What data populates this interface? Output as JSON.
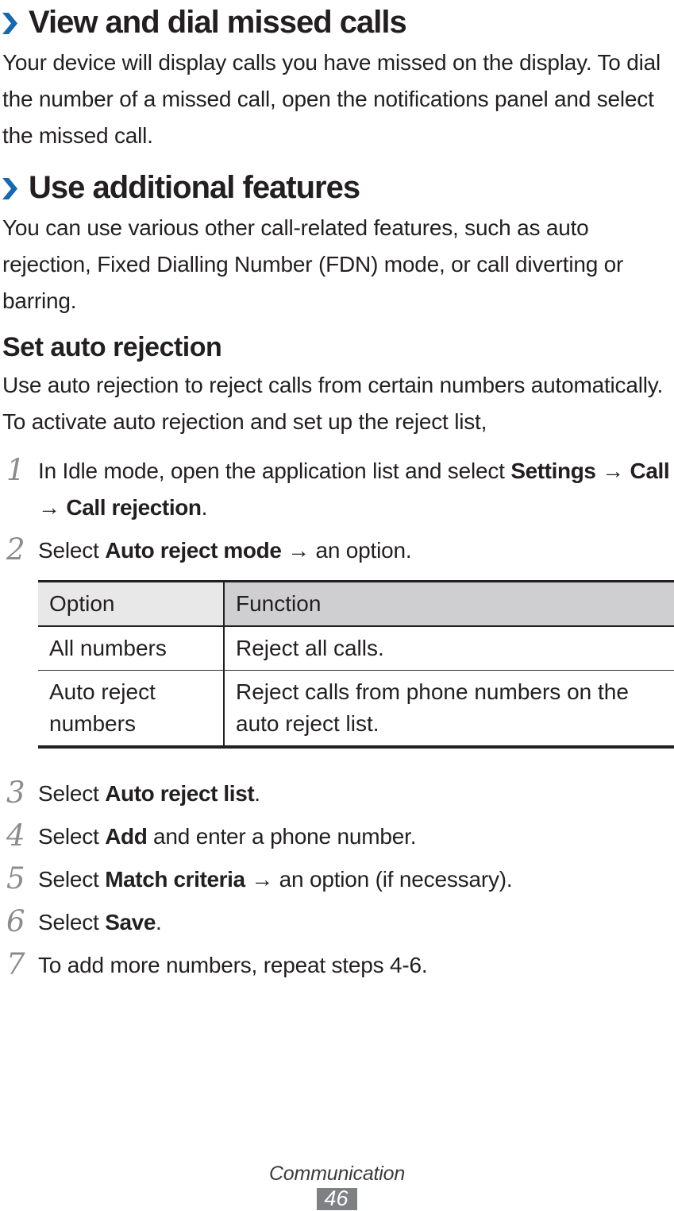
{
  "page": {
    "sections": [
      {
        "chevron_glyph": "›",
        "title": "View and dial missed calls",
        "body": "Your device will display calls you have missed on the display. To dial the number of a missed call, open the notifications panel and select the missed call."
      },
      {
        "chevron_glyph": "›",
        "title": "Use additional features",
        "body": "You can use various other call-related features, such as auto rejection, Fixed Dialling Number (FDN) mode, or call diverting or barring."
      }
    ],
    "subsection": {
      "title": "Set auto rejection",
      "body": "Use auto rejection to reject calls from certain numbers automatically. To activate auto rejection and set up the reject list,"
    },
    "steps": [
      {
        "number": "1",
        "segments": [
          {
            "text": "In Idle mode, open the application list and select "
          },
          {
            "text": "Settings",
            "bold": true
          },
          {
            "text": " → "
          },
          {
            "text": "Call",
            "bold": true
          },
          {
            "text": " → "
          },
          {
            "text": "Call rejection",
            "bold": true
          },
          {
            "text": "."
          }
        ]
      },
      {
        "number": "2",
        "segments": [
          {
            "text": "Select "
          },
          {
            "text": "Auto reject mode",
            "bold": true
          },
          {
            "text": " → an option."
          }
        ]
      },
      {
        "number": "3",
        "segments": [
          {
            "text": "Select "
          },
          {
            "text": "Auto reject list",
            "bold": true
          },
          {
            "text": "."
          }
        ]
      },
      {
        "number": "4",
        "segments": [
          {
            "text": "Select "
          },
          {
            "text": "Add",
            "bold": true
          },
          {
            "text": " and enter a phone number."
          }
        ]
      },
      {
        "number": "5",
        "segments": [
          {
            "text": "Select "
          },
          {
            "text": "Match criteria",
            "bold": true
          },
          {
            "text": " → an option (if necessary)."
          }
        ]
      },
      {
        "number": "6",
        "segments": [
          {
            "text": "Select "
          },
          {
            "text": "Save",
            "bold": true
          },
          {
            "text": "."
          }
        ]
      },
      {
        "number": "7",
        "segments": [
          {
            "text": "To add more numbers, repeat steps 4-6."
          }
        ]
      }
    ],
    "table": {
      "headers": [
        "Option",
        "Function"
      ],
      "rows": [
        {
          "option": "All numbers",
          "function": "Reject all calls."
        },
        {
          "option": "Auto reject numbers",
          "function": "Reject calls from phone numbers on the auto reject list."
        }
      ]
    },
    "footer": {
      "chapter": "Communication",
      "page_number": "46"
    },
    "colors": {
      "accent_blue": "#1668b0",
      "text": "#231f20",
      "step_number_gray": "#8a8c8f",
      "table_header_option_bg": "#e8e8e9",
      "table_header_function_bg": "#cfcfd1",
      "page_badge_bg": "#7f8083",
      "page_badge_text": "#ffffff"
    }
  }
}
